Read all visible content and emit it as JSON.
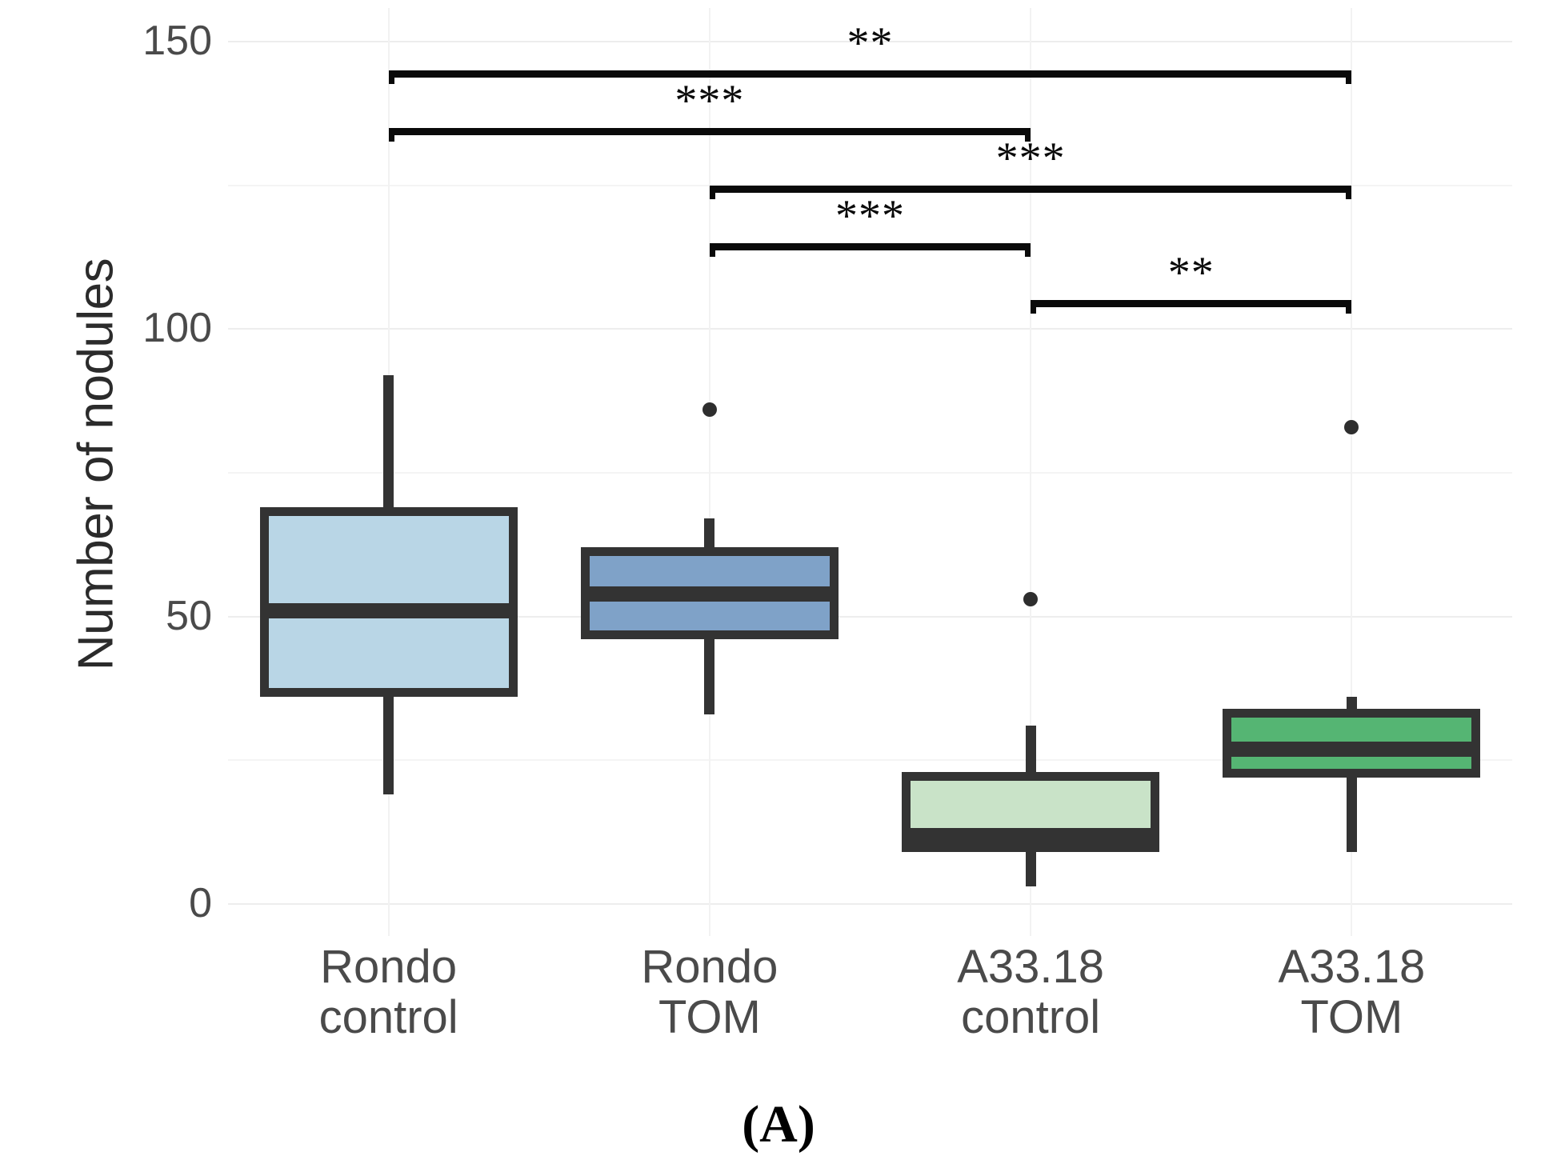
{
  "figure": {
    "panel_caption": "(A)",
    "y_axis_title": "Number of nodules"
  },
  "chart_data": {
    "type": "box",
    "title": "",
    "xlabel": "",
    "ylabel": "Number of nodules",
    "ylim": [
      0,
      152
    ],
    "yticks": [
      0,
      50,
      100,
      150
    ],
    "ytick_labels": [
      "0",
      "50",
      "100",
      "150"
    ],
    "grid": true,
    "legend": "none",
    "categories": [
      "Rondo control",
      "Rondo TOM",
      "A33.18 control",
      "A33.18 TOM"
    ],
    "category_lines": [
      [
        "Rondo",
        "control"
      ],
      [
        "Rondo",
        "TOM"
      ],
      [
        "A33.18",
        "control"
      ],
      [
        "A33.18",
        "TOM"
      ]
    ],
    "boxes": [
      {
        "name": "Rondo control",
        "color": "#b9d6e6",
        "stroke": "#333333",
        "lower_whisker": 19,
        "q1": 36,
        "median": 51,
        "q3": 69,
        "upper_whisker": 92,
        "outliers": []
      },
      {
        "name": "Rondo TOM",
        "color": "#7fa2c8",
        "stroke": "#333333",
        "lower_whisker": 33,
        "q1": 46,
        "median": 54,
        "q3": 62,
        "upper_whisker": 67,
        "outliers": [
          86
        ]
      },
      {
        "name": "A33.18 control",
        "color": "#c9e3c8",
        "stroke": "#333333",
        "lower_whisker": 3,
        "q1": 9,
        "median": 12,
        "q3": 23,
        "upper_whisker": 31,
        "outliers": [
          53
        ]
      },
      {
        "name": "A33.18 TOM",
        "color": "#55b573",
        "stroke": "#333333",
        "lower_whisker": 9,
        "q1": 22,
        "median": 27,
        "q3": 34,
        "upper_whisker": 36,
        "outliers": [
          83
        ]
      }
    ],
    "significance_brackets": [
      {
        "label": "**",
        "from": "Rondo control",
        "to": "A33.18 TOM",
        "y": 145
      },
      {
        "label": "***",
        "from": "Rondo control",
        "to": "A33.18 control",
        "y": 135
      },
      {
        "label": "***",
        "from": "Rondo TOM",
        "to": "A33.18 TOM",
        "y": 125
      },
      {
        "label": "***",
        "from": "Rondo TOM",
        "to": "A33.18 control",
        "y": 115
      },
      {
        "label": "**",
        "from": "A33.18 control",
        "to": "A33.18 TOM",
        "y": 105
      }
    ]
  }
}
